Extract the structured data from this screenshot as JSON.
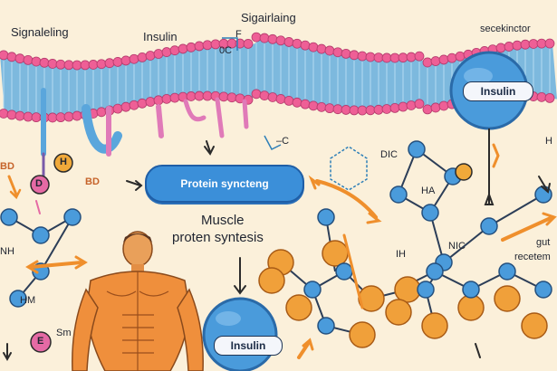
{
  "labels": {
    "top_left": "Signaleling",
    "top_mid": "Insulin",
    "top_center": "Sigairlaing",
    "top_right": "secekinctor",
    "receptor_insulin": "Insulin",
    "pill": "Protein syncteng",
    "muscle_line1": "Muscle",
    "muscle_line2": "proten syntesis",
    "bottom_insulin": "Insulin",
    "bd": "BD",
    "bd_left": "BD",
    "d_circle": "D",
    "h_circle": "H",
    "e_circle": "E",
    "nh": "NH",
    "sm": "Sm",
    "hm": "HM",
    "ha": "HA",
    "dic": "DIC",
    "h_right": "H",
    "hi": "IH",
    "nic": "NIC",
    "gut": "gut",
    "receptor_right": "recetem",
    "oc": "0C",
    "f_letter": "F",
    "c_label": "–C"
  }
}
